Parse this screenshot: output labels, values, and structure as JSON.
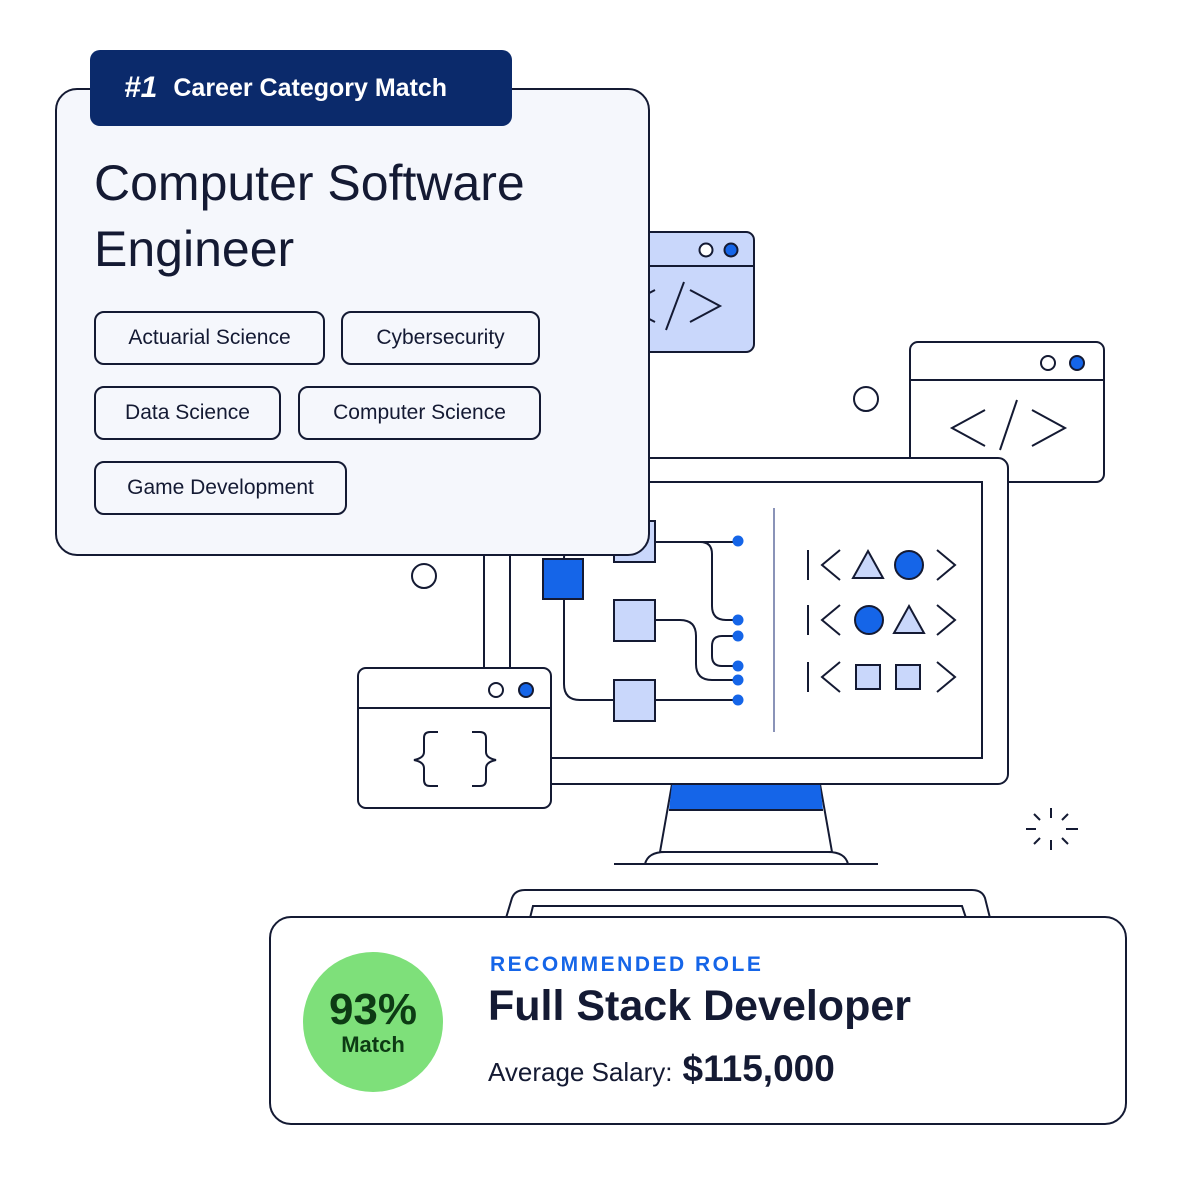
{
  "career_card": {
    "rank": "#1",
    "badge_label": "Career Category Match",
    "title": "Computer Software Engineer",
    "tags": [
      "Actuarial Science",
      "Cybersecurity",
      "Data Science",
      "Computer Science",
      "Game Development"
    ]
  },
  "illustration": {
    "code_window_glyph": "</>",
    "braces_window_glyph": "{ }"
  },
  "role_card": {
    "match_percent": "93%",
    "match_label": "Match",
    "eyebrow": "RECOMMENDED ROLE",
    "role_name": "Full Stack Developer",
    "salary_label": "Average Salary:",
    "salary_value": "$115,000"
  },
  "colors": {
    "ink": "#141a33",
    "badge_navy": "#0b2a6b",
    "accent_blue": "#1565e8",
    "light_blue": "#c9d7fb",
    "card_bg": "#f5f7fc",
    "match_green": "#7ee07a"
  }
}
